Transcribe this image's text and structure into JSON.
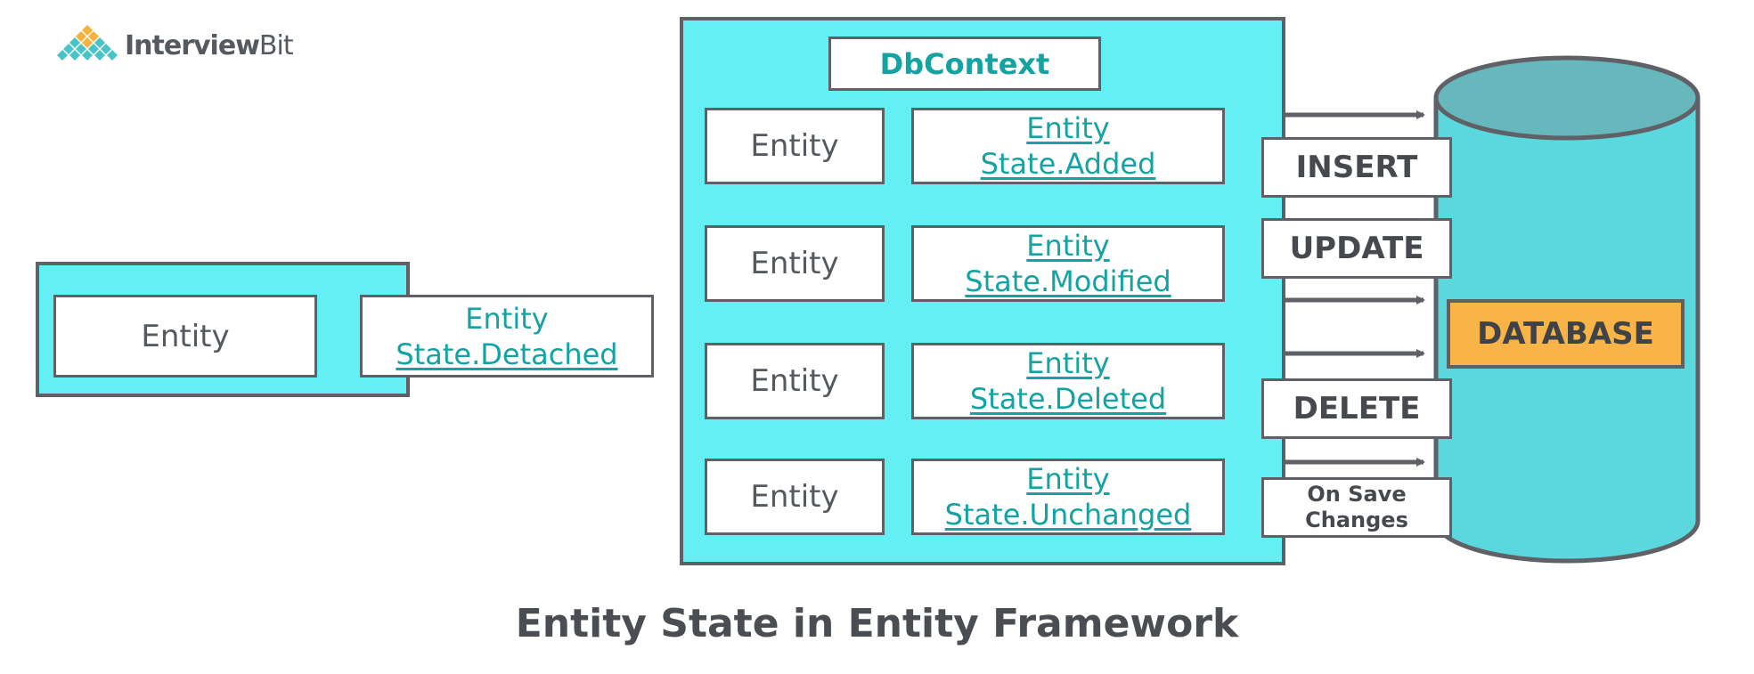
{
  "logo": {
    "brand_bold": "Interview",
    "brand_light": "Bit"
  },
  "detached": {
    "entity_label": "Entity",
    "state_line1": "Entity",
    "state_line2": "State.Detached"
  },
  "dbcontext": {
    "title": "DbContext",
    "rows": [
      {
        "entity_label": "Entity",
        "state_line1": "Entity",
        "state_line2": "State.Added"
      },
      {
        "entity_label": "Entity",
        "state_line1": "Entity",
        "state_line2": "State.Modified"
      },
      {
        "entity_label": "Entity",
        "state_line1": "Entity",
        "state_line2": "State.Deleted"
      },
      {
        "entity_label": "Entity",
        "state_line1": "Entity",
        "state_line2": "State.Unchanged"
      }
    ]
  },
  "operations": {
    "insert": "INSERT",
    "update": "UPDATE",
    "delete": "DELETE",
    "on_save_line1": "On Save",
    "on_save_line2": "Changes"
  },
  "database": {
    "label": "DATABASE"
  },
  "caption": "Entity State in Entity Framework",
  "colors": {
    "cyan_fill": "#63eff3",
    "border_gray": "#5f6166",
    "teal_text": "#13a3a2",
    "db_body": "#5ad8de",
    "db_top": "#66b8bd",
    "db_label": "#f8b447"
  }
}
